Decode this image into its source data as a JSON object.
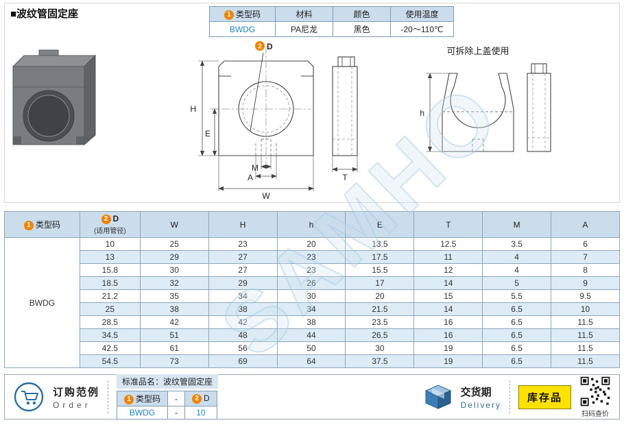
{
  "page": {
    "title": "■波纹管固定座",
    "watermark": "SAMHO"
  },
  "badges": {
    "one": "1",
    "two": "2"
  },
  "colors": {
    "accent_orange": "#f08300",
    "link_blue": "#1d82c4",
    "header_blue": "#cbdcec",
    "row_alt_blue": "#dcebf5",
    "stock_yellow": "#ffe100"
  },
  "spec_table": {
    "headers": [
      "类型码",
      "材料",
      "颜色",
      "使用温度"
    ],
    "values": [
      "BWDG",
      "PA尼龙",
      "黑色",
      "-20～110℃"
    ]
  },
  "drawing": {
    "note": "可拆除上盖使用",
    "labels": {
      "H": "H",
      "E": "E",
      "M": "M",
      "A": "A",
      "W": "W",
      "D": "D",
      "T": "T",
      "h": "h"
    }
  },
  "main_table": {
    "type_header": "类型码",
    "d_header": "D",
    "d_subheader": "(适用管径)",
    "dim_headers": [
      "W",
      "H",
      "h",
      "E",
      "T",
      "M",
      "A"
    ],
    "type_code": "BWDG",
    "rows": [
      {
        "d": "10",
        "values": [
          "25",
          "23",
          "20",
          "13.5",
          "12.5",
          "3.5",
          "6"
        ]
      },
      {
        "d": "13",
        "values": [
          "29",
          "27",
          "23",
          "17.5",
          "11",
          "4",
          "7"
        ]
      },
      {
        "d": "15.8",
        "values": [
          "30",
          "27",
          "23",
          "15.5",
          "12",
          "4",
          "8"
        ]
      },
      {
        "d": "18.5",
        "values": [
          "32",
          "29",
          "26",
          "17",
          "14",
          "5",
          "9"
        ]
      },
      {
        "d": "21.2",
        "values": [
          "35",
          "34",
          "30",
          "20",
          "15",
          "5.5",
          "9.5"
        ]
      },
      {
        "d": "25",
        "values": [
          "38",
          "38",
          "34",
          "21.5",
          "14",
          "6.5",
          "10"
        ]
      },
      {
        "d": "28.5",
        "values": [
          "42",
          "42",
          "38",
          "23.5",
          "16",
          "6.5",
          "11.5"
        ]
      },
      {
        "d": "34.5",
        "values": [
          "51",
          "48",
          "44",
          "26.5",
          "16",
          "6.5",
          "11.5"
        ]
      },
      {
        "d": "42.5",
        "values": [
          "61",
          "56",
          "50",
          "30",
          "19",
          "6.5",
          "11.5"
        ]
      },
      {
        "d": "54.5",
        "values": [
          "73",
          "69",
          "64",
          "37.5",
          "19",
          "6.5",
          "11.5"
        ]
      }
    ]
  },
  "footer": {
    "order_label": "订购范例",
    "order_label_en": "Order",
    "std_name": "标准品名：波纹管固定座",
    "order_table": {
      "type_header": "类型码",
      "dash": "-",
      "d_header": "D",
      "type_value": "BWDG",
      "d_value": "10"
    },
    "delivery_label": "交货期",
    "delivery_label_en": "Delivery",
    "stock_label": "库存品",
    "qr_caption": "扫码查价"
  }
}
